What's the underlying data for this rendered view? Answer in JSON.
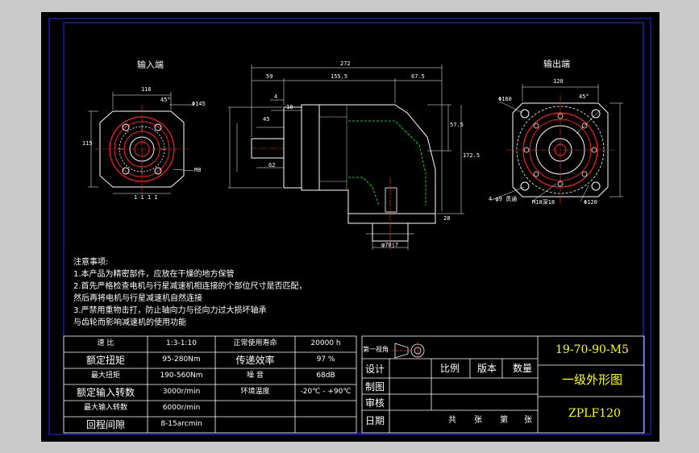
{
  "views": {
    "input_end_title": "输入端",
    "output_end_title": "输出端"
  },
  "dimensions": {
    "overall_length": "272",
    "d59": "59",
    "d155_5": "155.5",
    "d67_5": "67.5",
    "d4": "4",
    "d10": "10",
    "d45": "45",
    "d62": "62",
    "d57_5": "57.5",
    "d172_5": "172.5",
    "d28": "28",
    "phi70_phi7": "φ70j7",
    "in_116": "116",
    "in_45deg": "45°",
    "in_phi145": "Φ145",
    "in_115": "115",
    "in_m8": "M8",
    "in_left": "115",
    "in_bottom": "1 1 1 1",
    "out_120": "120",
    "out_45deg": "45°",
    "out_phi160": "Φ160",
    "out_holes": "4-φ9 贯通",
    "out_m10": "M10深18",
    "out_phi120": "Φ120"
  },
  "notes": {
    "title": "注意事项:",
    "line1": "1.本产品为精密部件，应放在干燥的地方保管",
    "line2": "2.首先严格检查电机与行星减速机相连接的个部位尺寸是否匹配，",
    "line3": "然后再将电机与行星减速机自然连接",
    "line4": "3.严禁用重物击打，防止轴向力与径向力过大损坏轴承",
    "line5": "与齿轮而影响减速机的使用功能"
  },
  "spec_table": {
    "rows": [
      {
        "k1": "速 比",
        "v1": "1:3-1:10",
        "k2": "正常使用寿命",
        "v2": "20000 h"
      },
      {
        "k1": "额定扭矩",
        "v1": "95-280Nm",
        "k2": "传递效率",
        "v2": "97 %"
      },
      {
        "k1": "最大扭矩",
        "v1": "190-560Nm",
        "k2": "噪 音",
        "v2": "68dB"
      },
      {
        "k1": "额定输入转数",
        "v1": "3000r/min",
        "k2": "环境温度",
        "v2": "-20℃ - +90℃"
      },
      {
        "k1": "最大输入转数",
        "v1": "6000r/min",
        "k2": "",
        "v2": ""
      },
      {
        "k1": "回程间隙",
        "v1": "8-15arcmin",
        "k2": "",
        "v2": ""
      }
    ]
  },
  "title_block": {
    "projection_label": "第一视角",
    "design": "设计",
    "drawing": "制图",
    "review": "审核",
    "date": "日期",
    "scale": "比例",
    "version": "版本",
    "quantity": "数量",
    "total": "共",
    "sheets": "张",
    "page": "第",
    "page_sheets": "张",
    "code": "19-70-90-M5",
    "name": "一级外形图",
    "model": "ZPLF120"
  },
  "colors": {
    "background": "#c9c9c9",
    "sheet": "#000000",
    "border_blue": "#2b2bff",
    "line_white": "#ffffff",
    "part_red": "#ff2020",
    "hidden_green": "#22ff22",
    "title_yellow": "#ffff00",
    "center_red": "#ff3030"
  }
}
